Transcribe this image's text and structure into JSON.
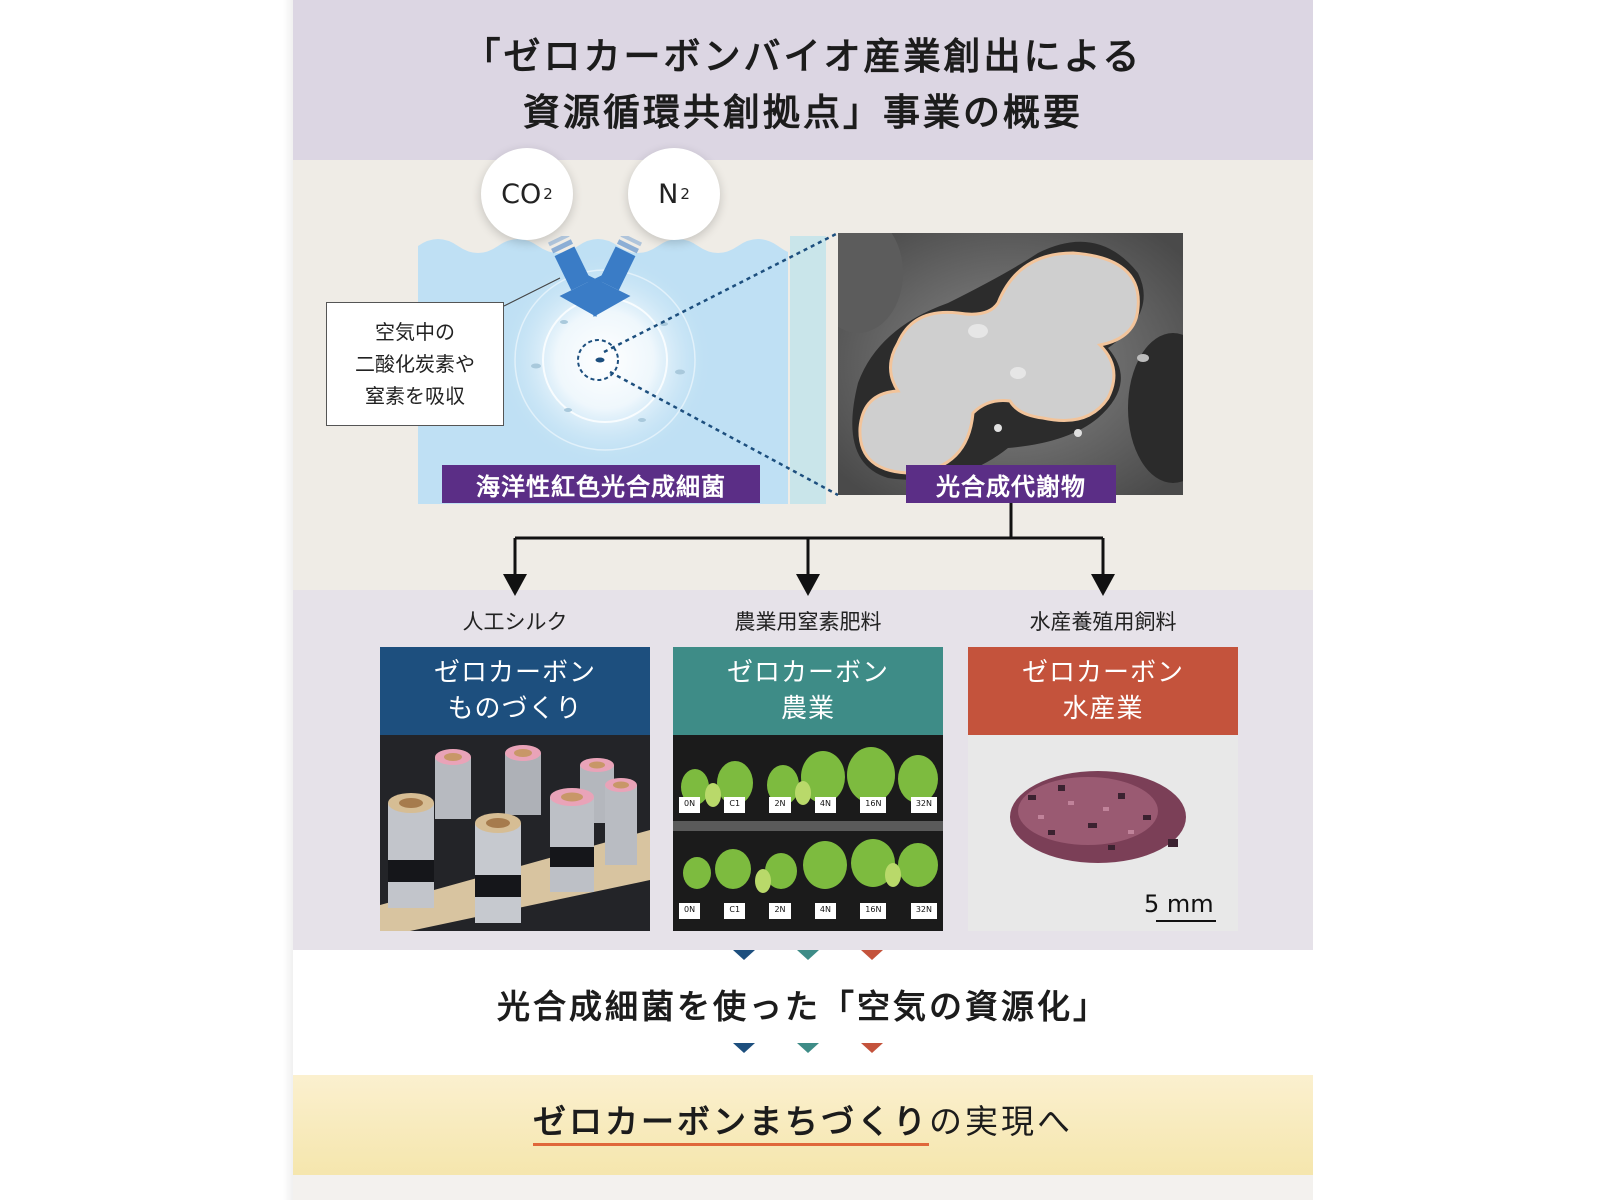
{
  "title": {
    "line1": "「ゼロカーボンバイオ産業創出による",
    "line2": "資源循環共創拠点」事業の概要"
  },
  "gases": {
    "co2": {
      "main": "CO",
      "sub": "2"
    },
    "n2": {
      "main": "N",
      "sub": "2"
    }
  },
  "callout": {
    "line1": "空気中の",
    "line2": "二酸化炭素や",
    "line3": "窒素を吸収"
  },
  "tags": {
    "bacteria": "海洋性紅色光合成細菌",
    "metabolite": "光合成代謝物"
  },
  "products": [
    {
      "label": "人工シルク",
      "head_line1": "ゼロカーボン",
      "head_line2": "ものづくり",
      "color": "#1d4f7e"
    },
    {
      "label": "農業用窒素肥料",
      "head_line1": "ゼロカーボン",
      "head_line2": "農業",
      "color": "#3e8c87"
    },
    {
      "label": "水産養殖用飼料",
      "head_line1": "ゼロカーボン",
      "head_line2": "水産業",
      "color": "#c4533c"
    }
  ],
  "plant_tags": [
    "0N",
    "C1",
    "2N",
    "4N",
    "16N",
    "32N"
  ],
  "scale_bar": "5 mm",
  "result": "光合成細菌を使った「空気の資源化」",
  "goal": {
    "highlight": "ゼロカーボンまちづくり",
    "rest": "の実現へ"
  },
  "colors": {
    "accent_purple": "#5b2e86",
    "blue": "#1d4f7e",
    "teal": "#3e8c87",
    "red": "#c4533c",
    "water": "#bfe0f4",
    "arrow": "#3a7cc6"
  }
}
